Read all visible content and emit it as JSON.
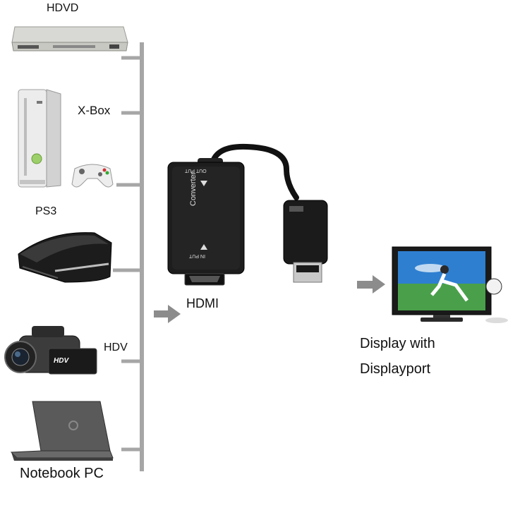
{
  "sources": [
    {
      "label": "HDVD"
    },
    {
      "label": "X-Box"
    },
    {
      "label": "PS3"
    },
    {
      "label": "HDV"
    },
    {
      "label": "Notebook PC"
    }
  ],
  "converter": {
    "top_text": "OUT PUT",
    "body_text": "Converter",
    "bottom_text": "IN PUT",
    "camera_badge": "HDV",
    "input_label": "HDMI"
  },
  "output": {
    "line1": "Display with",
    "line2": "Displayport"
  },
  "colors": {
    "bus": "#a6a6a6",
    "arrow": "#8c8c8c",
    "device_dark": "#1c1c1c",
    "screen_blue": "#2e7fd0"
  }
}
